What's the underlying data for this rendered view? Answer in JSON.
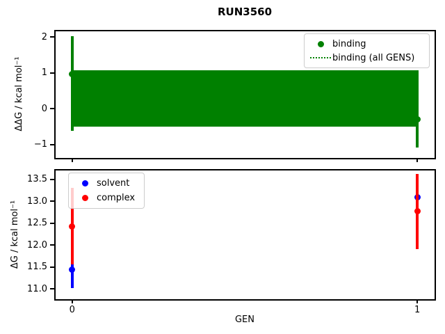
{
  "title": "RUN3560",
  "colors": {
    "binding": "#008000",
    "solvent": "#0000ff",
    "complex": "#ff0000",
    "spine": "#000000"
  },
  "chart_data": [
    {
      "type": "scatter",
      "panel": "top",
      "title": "RUN3560",
      "xlabel": "",
      "ylabel": "ΔΔG / kcal mol⁻¹",
      "xlim": [
        -0.05,
        1.05
      ],
      "ylim": [
        -1.37,
        2.18
      ],
      "yticks": [
        {
          "v": 2,
          "label": "2"
        },
        {
          "v": 1,
          "label": "1"
        },
        {
          "v": 0,
          "label": "0"
        },
        {
          "v": -1,
          "label": "−1"
        }
      ],
      "xticks": [
        {
          "v": 0,
          "label": ""
        },
        {
          "v": 1,
          "label": ""
        }
      ],
      "grid": false,
      "series": [
        {
          "name": "binding",
          "color": "#008000",
          "marker": "circle",
          "points": [
            {
              "x": 0,
              "y": 0.96,
              "err_lo": -0.61,
              "err_hi": 2.03
            },
            {
              "x": 1,
              "y": -0.29,
              "err_lo": -1.08,
              "err_hi": 0.5
            }
          ]
        }
      ],
      "band": {
        "name": "binding (all GENS)",
        "x0": 0,
        "x1": 1,
        "lo": -0.5,
        "hi": 1.08,
        "center": 0.29,
        "color": "#008000",
        "line_style": "dotted"
      },
      "legend": {
        "position": "upper right",
        "entries": [
          {
            "label": "binding",
            "glyph": "dot",
            "color": "#008000"
          },
          {
            "label": "binding (all GENS)",
            "glyph": "dotted-line",
            "color": "#008000"
          }
        ]
      }
    },
    {
      "type": "scatter",
      "panel": "bottom",
      "title": "",
      "xlabel": "GEN",
      "ylabel": "ΔG / kcal mol⁻¹",
      "xlim": [
        -0.05,
        1.05
      ],
      "ylim": [
        10.77,
        13.72
      ],
      "yticks": [
        {
          "v": 13.5,
          "label": "13.5"
        },
        {
          "v": 13.0,
          "label": "13.0"
        },
        {
          "v": 12.5,
          "label": "12.5"
        },
        {
          "v": 12.0,
          "label": "12.0"
        },
        {
          "v": 11.5,
          "label": "11.5"
        },
        {
          "v": 11.0,
          "label": "11.0"
        }
      ],
      "xticks": [
        {
          "v": 0,
          "label": "0"
        },
        {
          "v": 1,
          "label": "1"
        }
      ],
      "grid": false,
      "series": [
        {
          "name": "solvent",
          "color": "#0000ff",
          "marker": "circle",
          "points": [
            {
              "x": 0,
              "y": 11.45,
              "err_lo": 11.02,
              "err_hi": 11.87
            },
            {
              "x": 1,
              "y": 13.1,
              "err_lo": 12.8,
              "err_hi": 13.4
            }
          ]
        },
        {
          "name": "complex",
          "color": "#ff0000",
          "marker": "circle",
          "points": [
            {
              "x": 0,
              "y": 12.43,
              "err_lo": 11.56,
              "err_hi": 13.3
            },
            {
              "x": 1,
              "y": 12.77,
              "err_lo": 11.91,
              "err_hi": 13.63
            }
          ]
        }
      ],
      "legend": {
        "position": "upper left",
        "entries": [
          {
            "label": "solvent",
            "glyph": "dot",
            "color": "#0000ff"
          },
          {
            "label": "complex",
            "glyph": "dot",
            "color": "#ff0000"
          }
        ]
      }
    }
  ]
}
